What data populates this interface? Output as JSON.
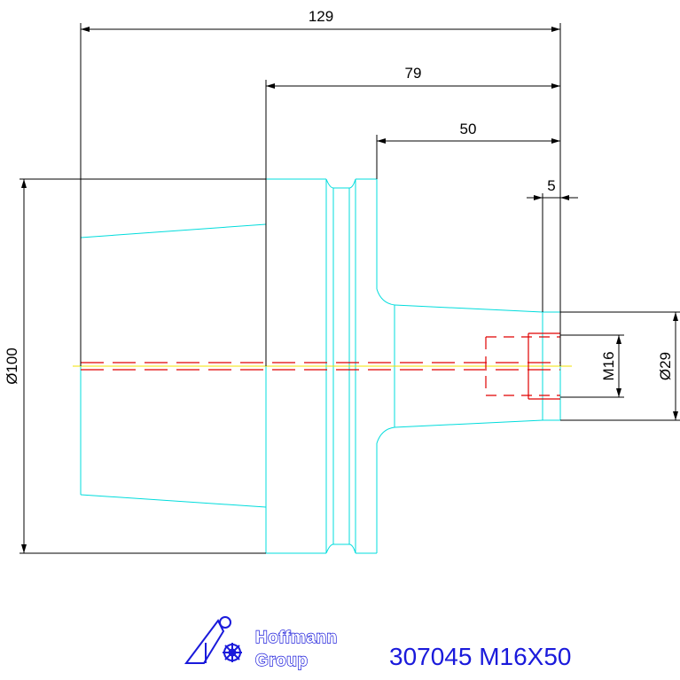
{
  "dimensions": {
    "overall_length": "129",
    "length_79": "79",
    "length_50": "50",
    "length_5": "5",
    "diameter_100": "Ø100",
    "thread": "M16",
    "diameter_29": "Ø29"
  },
  "title_block": {
    "company_line1": "Hoffmann",
    "company_line2": "Group",
    "part_number": "307045 M16X50"
  },
  "colors": {
    "outline": "#00dcdc",
    "dimension": "#000000",
    "centerline": "#e00000",
    "axis": "#f0e000",
    "text_blue": "#1a1adb"
  }
}
